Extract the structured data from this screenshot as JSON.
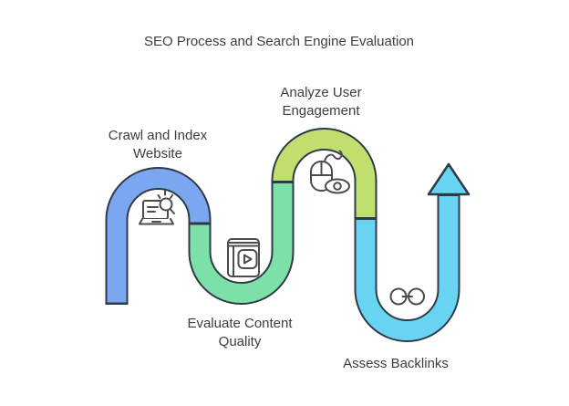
{
  "title": "SEO Process and Search Engine Evaluation",
  "diagram": {
    "type": "process-flow-snake",
    "flow_direction": "bottom-left to top-right",
    "arrow": {
      "direction": "up",
      "color": "#69d4f2"
    }
  },
  "steps": [
    {
      "label": "Crawl and Index\nWebsite",
      "color": "#7ba7f0",
      "icon": "laptop-search-icon"
    },
    {
      "label": "Evaluate Content\nQuality",
      "color": "#7de0a8",
      "icon": "book-play-icon"
    },
    {
      "label": "Analyze User\nEngagement",
      "color": "#c0df6e",
      "icon": "mouse-eye-icon"
    },
    {
      "label": "Assess Backlinks",
      "color": "#69d4f2",
      "icon": "chain-link-icon"
    }
  ],
  "palette": {
    "outline": "#2e3a46",
    "icon_stroke": "#4c4c4c",
    "text": "#3d3d3d",
    "background": "#ffffff"
  }
}
